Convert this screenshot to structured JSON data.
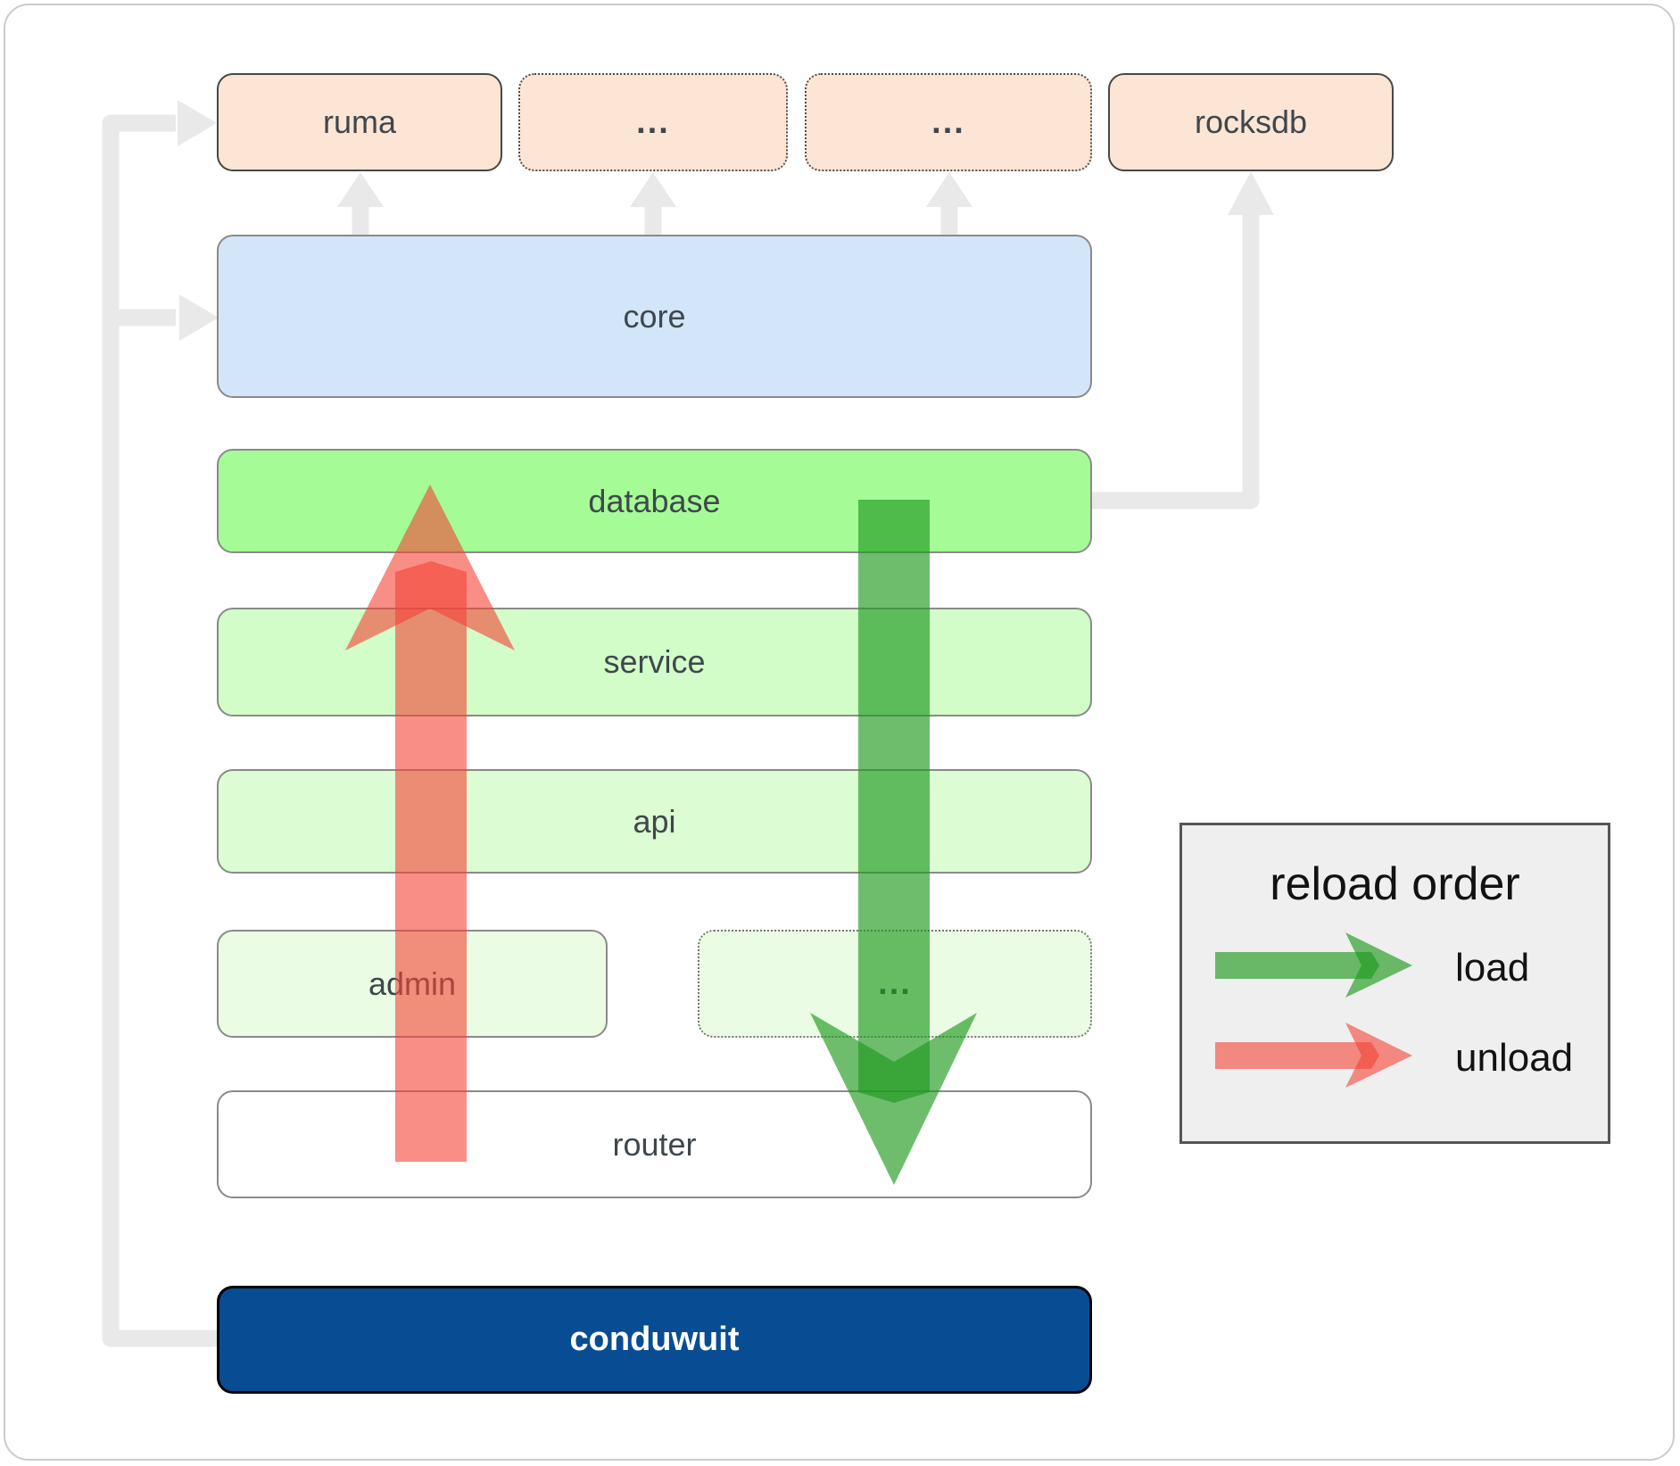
{
  "top_row": {
    "ruma": "ruma",
    "ellipsis_1": "...",
    "ellipsis_2": "...",
    "rocksdb": "rocksdb"
  },
  "stack": {
    "core": "core",
    "database": "database",
    "service": "service",
    "api": "api",
    "admin": "admin",
    "ellipsis_3": "...",
    "router": "router",
    "conduwuit": "conduwuit"
  },
  "legend": {
    "title": "reload order",
    "load_label": "load",
    "unload_label": "unload"
  },
  "colors": {
    "page_bg": "#ffffff",
    "ruma_fill": "#fce5d4",
    "core_fill": "#d3e5f9",
    "database_fill": "#a5fc96",
    "service_fill": "#d2fcc8",
    "api_fill": "#dcfcd3",
    "admin_fill": "#eafce3",
    "router_fill": "#ffffff",
    "conduwuit_fill": "#084d94",
    "legend_fill": "#efefef",
    "connector": "#e9e9e9",
    "load_arrow": "#1f9a1f",
    "unload_arrow": "#f44336"
  }
}
